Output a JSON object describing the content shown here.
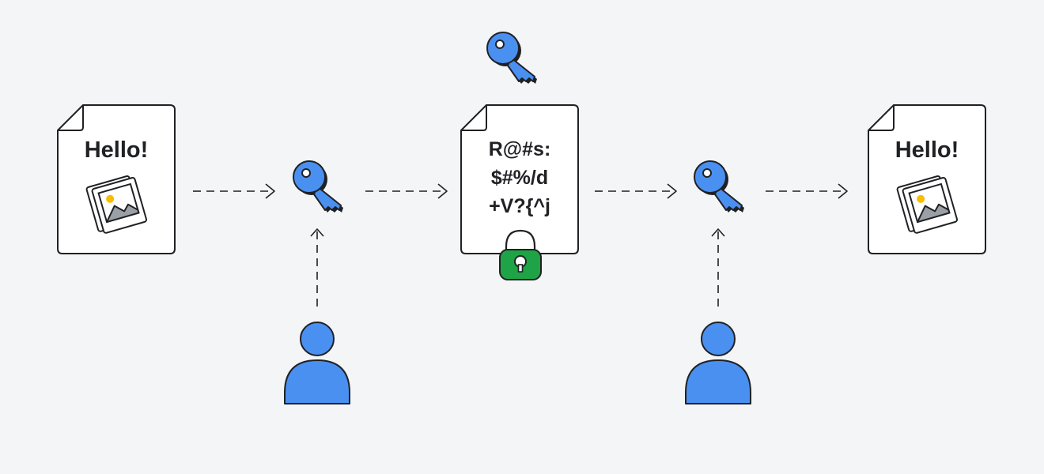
{
  "documents": {
    "plaintext_left": {
      "text": "Hello!"
    },
    "ciphertext": {
      "lines": [
        "R@#s:",
        "$#%/d",
        "+V?{^j"
      ]
    },
    "plaintext_right": {
      "text": "Hello!"
    }
  },
  "colors": {
    "background": "#f4f5f7",
    "outline": "#202124",
    "key_blue": "#4a90f0",
    "person_blue": "#4a90f0",
    "lock_green": "#1ea446",
    "photo_gray": "#9aa0a6",
    "sun_yellow": "#fbbc04",
    "paper": "#ffffff"
  },
  "icons": {
    "left_doc_image": "photo-icon",
    "key_top": "key-icon",
    "key_encrypt": "key-icon",
    "key_decrypt": "key-icon",
    "lock": "padlock-icon",
    "sender": "person-icon",
    "receiver": "person-icon",
    "right_doc_image": "photo-icon"
  }
}
